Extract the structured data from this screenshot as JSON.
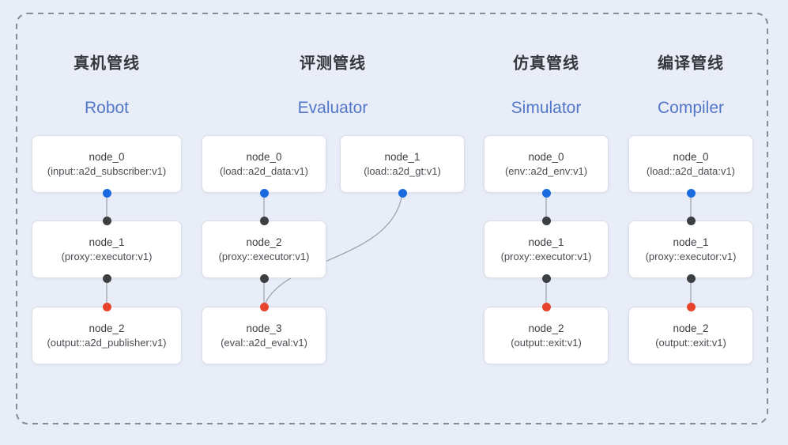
{
  "pipelines": [
    {
      "id": "robot",
      "title_zh": "真机管线",
      "title_en": "Robot",
      "nodes": [
        {
          "name": "node_0",
          "type": "(input::a2d_subscriber:v1)",
          "row": 0,
          "col": 0,
          "ports": {
            "top": null,
            "bottom": "blue"
          }
        },
        {
          "name": "node_1",
          "type": "(proxy::executor:v1)",
          "row": 1,
          "col": 0,
          "ports": {
            "top": "black",
            "bottom": "black"
          }
        },
        {
          "name": "node_2",
          "type": "(output::a2d_publisher:v1)",
          "row": 2,
          "col": 0,
          "ports": {
            "top": "red",
            "bottom": null
          }
        }
      ],
      "edges": [
        [
          0,
          1,
          "straight"
        ],
        [
          1,
          2,
          "straight"
        ]
      ]
    },
    {
      "id": "evaluator",
      "title_zh": "评测管线",
      "title_en": "Evaluator",
      "nodes": [
        {
          "name": "node_0",
          "type": "(load::a2d_data:v1)",
          "row": 0,
          "col": 0,
          "ports": {
            "top": null,
            "bottom": "blue"
          }
        },
        {
          "name": "node_1",
          "type": "(load::a2d_gt:v1)",
          "row": 0,
          "col": 1,
          "ports": {
            "top": null,
            "bottom": "blue"
          }
        },
        {
          "name": "node_2",
          "type": "(proxy::executor:v1)",
          "row": 1,
          "col": 0,
          "ports": {
            "top": "black",
            "bottom": "black"
          }
        },
        {
          "name": "node_3",
          "type": "(eval::a2d_eval:v1)",
          "row": 2,
          "col": 0,
          "ports": {
            "top": "red",
            "bottom": null
          }
        }
      ],
      "edges": [
        [
          0,
          2,
          "straight"
        ],
        [
          2,
          3,
          "straight"
        ],
        [
          1,
          3,
          "curve"
        ]
      ]
    },
    {
      "id": "simulator",
      "title_zh": "仿真管线",
      "title_en": "Simulator",
      "nodes": [
        {
          "name": "node_0",
          "type": "(env::a2d_env:v1)",
          "row": 0,
          "col": 0,
          "ports": {
            "top": null,
            "bottom": "blue"
          }
        },
        {
          "name": "node_1",
          "type": "(proxy::executor:v1)",
          "row": 1,
          "col": 0,
          "ports": {
            "top": "black",
            "bottom": "black"
          }
        },
        {
          "name": "node_2",
          "type": "(output::exit:v1)",
          "row": 2,
          "col": 0,
          "ports": {
            "top": "red",
            "bottom": null
          }
        }
      ],
      "edges": [
        [
          0,
          1,
          "straight"
        ],
        [
          1,
          2,
          "straight"
        ]
      ]
    },
    {
      "id": "compiler",
      "title_zh": "编译管线",
      "title_en": "Compiler",
      "nodes": [
        {
          "name": "node_0",
          "type": "(load::a2d_data:v1)",
          "row": 0,
          "col": 0,
          "ports": {
            "top": null,
            "bottom": "blue"
          }
        },
        {
          "name": "node_1",
          "type": "(proxy::executor:v1)",
          "row": 1,
          "col": 0,
          "ports": {
            "top": "black",
            "bottom": "black"
          }
        },
        {
          "name": "node_2",
          "type": "(output::exit:v1)",
          "row": 2,
          "col": 0,
          "ports": {
            "top": "red",
            "bottom": null
          }
        }
      ],
      "edges": [
        [
          0,
          1,
          "straight"
        ],
        [
          1,
          2,
          "straight"
        ]
      ]
    }
  ],
  "colors": {
    "background": "#E8EDF8",
    "dashed_border": "#878C94",
    "box_border": "#DBDEE6",
    "title_zh": "#36383D",
    "title_en": "#5377C8",
    "edge_line": "#98A0AC",
    "port_blue": "#1A6BE0",
    "port_black": "#3D4043",
    "port_red": "#E8432D"
  }
}
